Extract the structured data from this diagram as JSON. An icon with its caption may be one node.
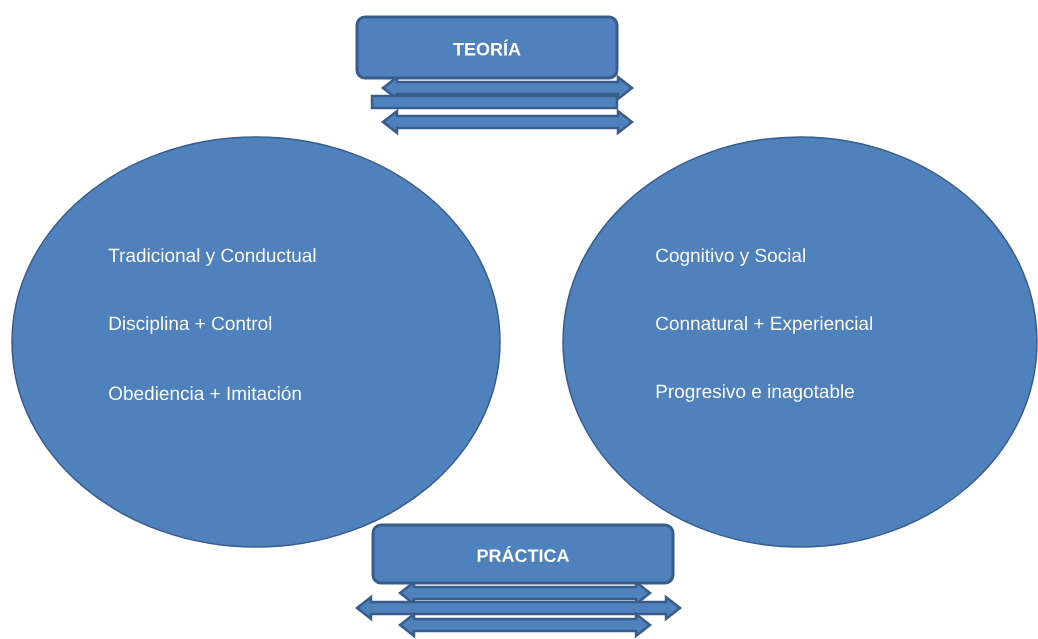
{
  "diagram": {
    "nodes": [
      {
        "text": [
          "TEORÍA"
        ]
      },
      {
        "text": [
          "Tradicional y Conductual",
          "Disciplina + Control",
          "Obediencia + Imitación"
        ]
      },
      {
        "text": [
          "Cognitivo y Social",
          "Connatural + Experiencial",
          "Progresivo e inagotable"
        ]
      },
      {
        "text": [
          "PRÁCTICA"
        ]
      }
    ]
  }
}
